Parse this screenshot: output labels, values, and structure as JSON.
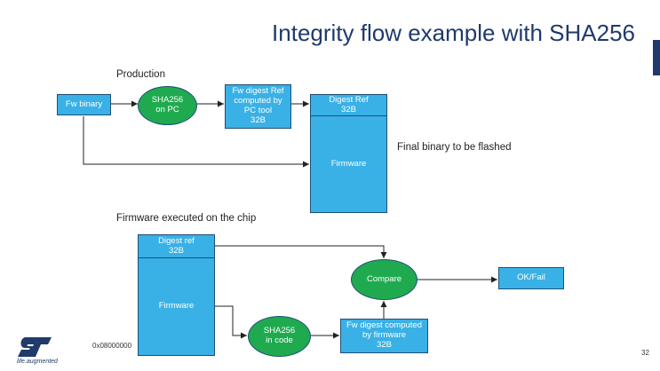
{
  "title": "Integrity flow example with SHA256",
  "production": {
    "heading": "Production",
    "fw_binary": "Fw binary",
    "sha_pc": "SHA256\non PC",
    "digest_ref_box": "Fw digest Ref\ncomputed by\nPC tool\n32B",
    "digest_ref_header": "Digest Ref\n32B",
    "firmware": "Firmware",
    "final_note": "Final binary to be flashed"
  },
  "chip": {
    "heading": "Firmware executed on the chip",
    "digest_ref_header": "Digest ref\n32B",
    "firmware": "Firmware",
    "compare": "Compare",
    "ok_fail": "OK/Fail",
    "sha_code": "SHA256\nin code",
    "fw_digest_computed": "Fw digest computed\nby firmware\n32B",
    "address": "0x08000000"
  },
  "footer": {
    "tagline": "life.augmented",
    "page_number": "32"
  }
}
